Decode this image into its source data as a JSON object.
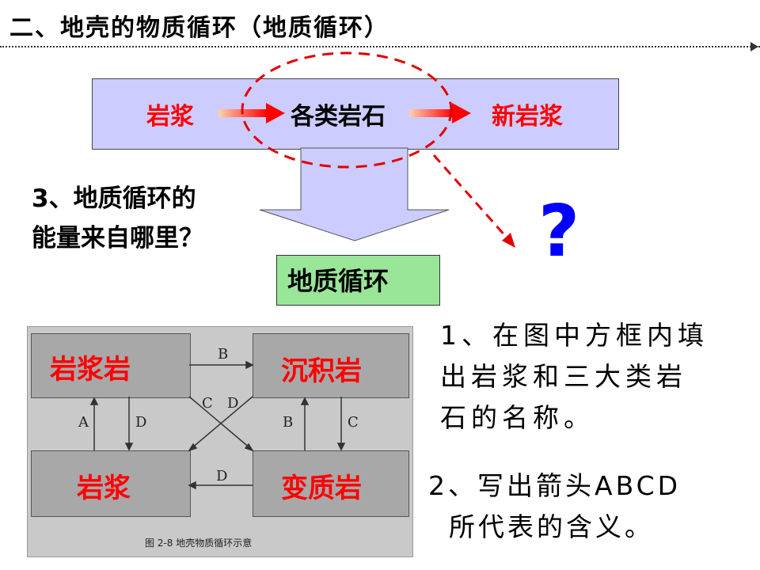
{
  "title": "二、地壳的物质循环（地质循环）",
  "flow": {
    "magma": "岩浆",
    "rocks": "各类岩石",
    "new_magma": "新岩浆"
  },
  "question3": [
    "3、地质循环的",
    "能量来自哪里？"
  ],
  "question_mark": "?",
  "geo_cycle_label": "地质循环",
  "diagram": {
    "boxes": {
      "igneous": "岩浆岩",
      "sedimentary": "沉积岩",
      "magma": "岩浆",
      "metamorphic": "变质岩"
    },
    "arrow_labels": {
      "top": "B",
      "left_up": "A",
      "left_down": "D",
      "cross_c": "C",
      "cross_d": "D",
      "right_up": "B",
      "right_down": "C",
      "bottom": "D"
    },
    "caption": "图 2-8  地壳物质循环示意"
  },
  "task1": [
    "1、在图中方框内填",
    "出岩浆和三大类岩",
    "石的名称。"
  ],
  "task2": [
    "2、写出箭头ABCD",
    "所代表的含义。"
  ],
  "colors": {
    "flow_box": "#ccccff",
    "cycle_box": "#99e699",
    "rock_label": "#ff0000",
    "question_mark": "#0000ff",
    "dashed_ellipse": "#e00000"
  }
}
